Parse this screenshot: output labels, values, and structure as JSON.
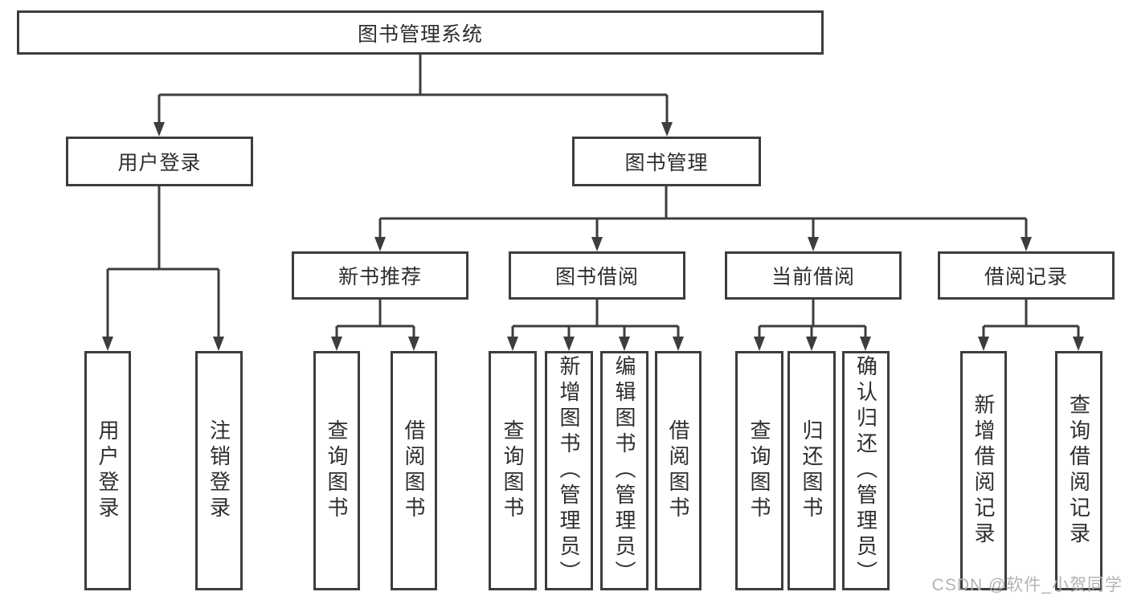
{
  "diagram_type": "hierarchy-tree",
  "tree": {
    "label": "图书管理系统",
    "children": [
      {
        "label": "用户登录",
        "children": [
          {
            "label": "用户登录"
          },
          {
            "label": "注销登录"
          }
        ]
      },
      {
        "label": "图书管理",
        "children": [
          {
            "label": "新书推荐",
            "children": [
              {
                "label": "查询图书"
              },
              {
                "label": "借阅图书"
              }
            ]
          },
          {
            "label": "图书借阅",
            "children": [
              {
                "label": "查询图书"
              },
              {
                "label": "新增图书（管理员）"
              },
              {
                "label": "编辑图书（管理员）"
              },
              {
                "label": "借阅图书"
              }
            ]
          },
          {
            "label": "当前借阅",
            "children": [
              {
                "label": "查询图书"
              },
              {
                "label": "归还图书"
              },
              {
                "label": "确认归还（管理员）"
              }
            ]
          },
          {
            "label": "借阅记录",
            "children": [
              {
                "label": "新增借阅记录"
              },
              {
                "label": "查询借阅记录"
              }
            ]
          }
        ]
      }
    ]
  },
  "watermark": {
    "text": "CSDN @软件_小贺同学"
  },
  "colors": {
    "line": "#3d3d3d",
    "box_background": "#ffffff",
    "watermark": "#b3b3b3"
  }
}
